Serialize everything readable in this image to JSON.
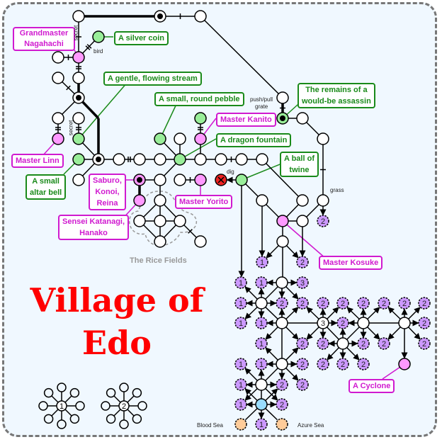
{
  "title": {
    "line1": "Village of",
    "line2": "Edo"
  },
  "labels": {
    "grandmaster": "Grandmaster Nagahachi",
    "silver_coin": "A silver coin",
    "stream": "A gentle, flowing stream",
    "pebble": "A small, round pebble",
    "kanito": "Master Kanito",
    "dragon": "A dragon fountain",
    "assassin_1": "The remains of a",
    "assassin_2": "would-be assassin",
    "twine_1": "A ball of",
    "twine_2": "twine",
    "linn": "Master Linn",
    "altar_1": "A small",
    "altar_2": "altar bell",
    "saburo_1": "Saburo,",
    "saburo_2": "Konoi,",
    "saburo_3": "Reina",
    "yorito": "Master Yorito",
    "sensei_1": "Sensei Katanagi,",
    "sensei_2": "Hanako",
    "kosuke": "Master Kosuke",
    "cyclone": "A Cyclone",
    "rice_fields": "The Rice Fields"
  },
  "annotations": {
    "secret1": "secret",
    "secret2": "secret",
    "bird": "bird",
    "push": "push/pull",
    "grate": "grate",
    "dig": "dig",
    "grass": "grass",
    "blood_sea": "Blood Sea",
    "azure_sea": "Azure Sea"
  },
  "legend": {
    "one": "1",
    "two": "2"
  },
  "colors": {
    "green": "#99ee99",
    "pink": "#ff99ff",
    "purple": "#cc99ff",
    "blue": "#99ddff",
    "orange": "#ffcc99",
    "red": "#ee2222",
    "label_green": "#1a8a1a",
    "label_pink": "#d01ad0"
  }
}
